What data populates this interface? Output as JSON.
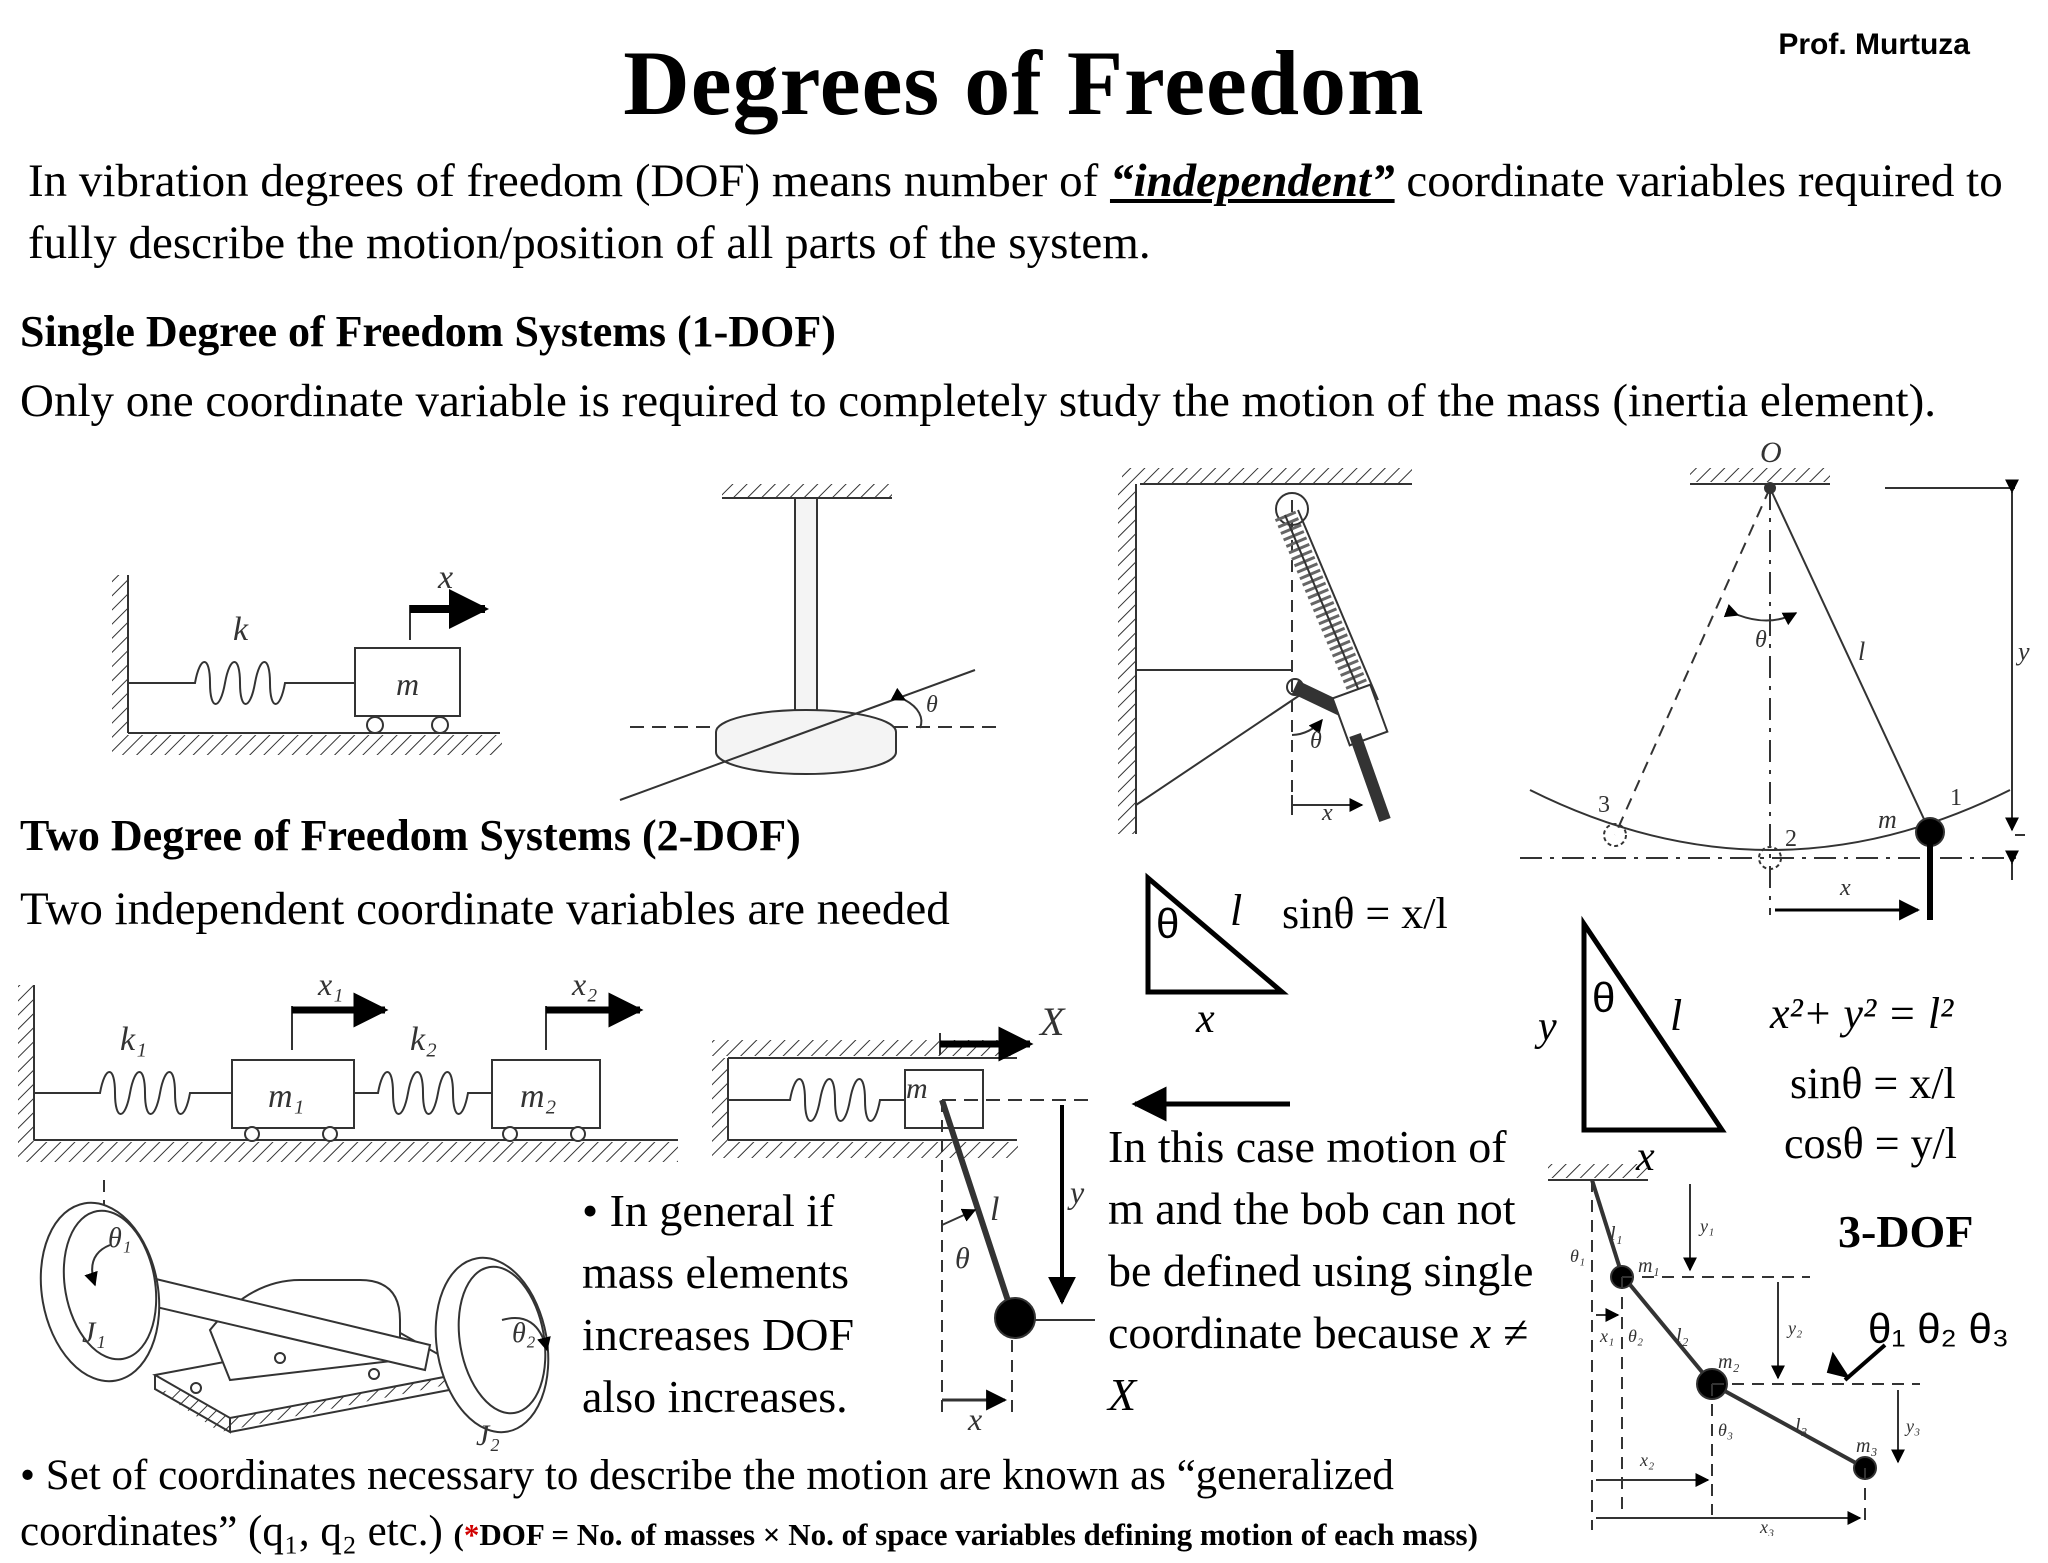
{
  "slide": {
    "title": "Degrees of Freedom",
    "author": "Prof. Murtuza",
    "intro_before": "In vibration degrees of freedom (DOF) means number of ",
    "intro_keyword": "“independent”",
    "intro_after": " coordinate variables required to fully describe the motion/position of all parts of  the system."
  },
  "sdof": {
    "heading": "Single Degree of Freedom Systems (1-DOF)",
    "body": "Only one coordinate variable is required to completely study the motion of the mass (inertia element)."
  },
  "tdof": {
    "heading": "Two Degree of Freedom Systems (2-DOF)",
    "body": "Two independent coordinate variables are needed"
  },
  "notes": {
    "general": "• In general if mass elements increases  DOF also increases.",
    "case_prefix": "In this case motion of m and the bob can not be defined using single coordinate because ",
    "case_math": "x ≠ X"
  },
  "equations": {
    "small_theta": "θ",
    "small_l": "l",
    "small_x": "x",
    "small_sin": "sinθ = x/l",
    "tri_theta": "θ",
    "tri_l": "l",
    "tri_x": "x",
    "tri_y": "y",
    "pyth": "x²+ y² = l²",
    "sin": "sinθ = x/l",
    "cos": "cosθ = y/l"
  },
  "three_dof": {
    "label": "3-DOF",
    "coords": "θ₁ θ₂ θ₃"
  },
  "footer": {
    "bullet": "• Set of coordinates necessary to describe the motion are known as “generalized coordinates” (q₁, q₂ etc.) ",
    "note_open": "(",
    "note_star": "*",
    "note_text": "DOF = No. of masses × No. of space variables defining motion of each mass)"
  },
  "figure_labels": {
    "spring_mass": {
      "k": "k",
      "m": "m",
      "x": "x"
    },
    "torsion_disc": {
      "theta": "θ"
    },
    "spring_pendulum": {
      "theta": "θ",
      "x": "x"
    },
    "simple_pendulum": {
      "O": "O",
      "theta": "θ",
      "l": "l",
      "y": "y",
      "m": "m",
      "p1": "1",
      "p2": "2",
      "p3": "3",
      "x": "x"
    },
    "two_mass": {
      "k1": "k₁",
      "k2": "k₂",
      "m1": "m₁",
      "m2": "m₂",
      "x1": "x₁",
      "x2": "x₂"
    },
    "cart_pendulum": {
      "X": "X",
      "m": "m",
      "l": "l",
      "theta": "θ",
      "y": "y",
      "x": "x"
    },
    "torsion_shaft": {
      "theta1": "θ₁",
      "theta2": "θ₂",
      "J1": "J₁",
      "J2": "J₂"
    },
    "triple_pendulum": {
      "l1": "l₁",
      "l2": "l₂",
      "l3": "l₃",
      "m1": "m₁",
      "m2": "m₂",
      "m3": "m₃",
      "t1": "θ₁",
      "t2": "θ₂",
      "t3": "θ₃",
      "x1": "x₁",
      "x2": "x₂",
      "x3": "x₃",
      "y1": "y₁",
      "y2": "y₂",
      "y3": "y₃"
    }
  }
}
